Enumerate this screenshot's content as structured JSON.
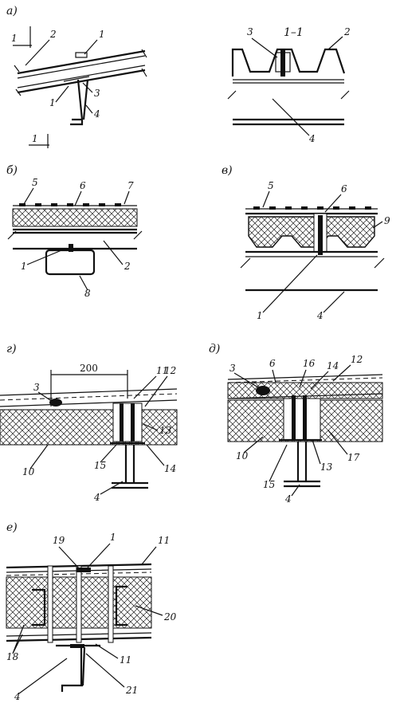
{
  "panels": [
    {
      "id": "a",
      "letter": "а)"
    },
    {
      "id": "section",
      "letter": "1–1"
    },
    {
      "id": "b",
      "letter": "б)"
    },
    {
      "id": "v",
      "letter": "в)"
    },
    {
      "id": "g",
      "letter": "г)"
    },
    {
      "id": "d",
      "letter": "д)"
    },
    {
      "id": "e",
      "letter": "е)"
    }
  ],
  "section_marks": [
    "1",
    "1"
  ],
  "dimension": "200",
  "labels": {
    "a": [
      "2",
      "1",
      "1",
      "3",
      "4"
    ],
    "section": [
      "3",
      "2",
      "4"
    ],
    "b": [
      "5",
      "6",
      "7",
      "1",
      "8",
      "2"
    ],
    "v": [
      "5",
      "6",
      "9",
      "1",
      "4"
    ],
    "g": [
      "3",
      "11",
      "12",
      "10",
      "15",
      "4",
      "14",
      "13"
    ],
    "d": [
      "3",
      "6",
      "16",
      "14",
      "12",
      "10",
      "15",
      "4",
      "13",
      "17"
    ],
    "e": [
      "19",
      "1",
      "11",
      "20",
      "18",
      "4",
      "11",
      "21"
    ]
  }
}
